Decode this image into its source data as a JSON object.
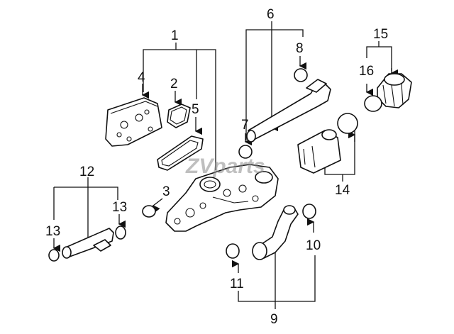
{
  "diagram": {
    "callouts": {
      "c1": "1",
      "c2": "2",
      "c3": "3",
      "c4": "4",
      "c5": "5",
      "c6": "6",
      "c7": "7",
      "c8": "8",
      "c9": "9",
      "c10": "10",
      "c11": "11",
      "c12": "12",
      "c13a": "13",
      "c13b": "13",
      "c14": "14",
      "c15": "15",
      "c16": "16"
    },
    "watermark": "ZVparts",
    "colors": {
      "line": "#111111",
      "background": "#ffffff",
      "watermark": "#8c8c8c"
    }
  }
}
